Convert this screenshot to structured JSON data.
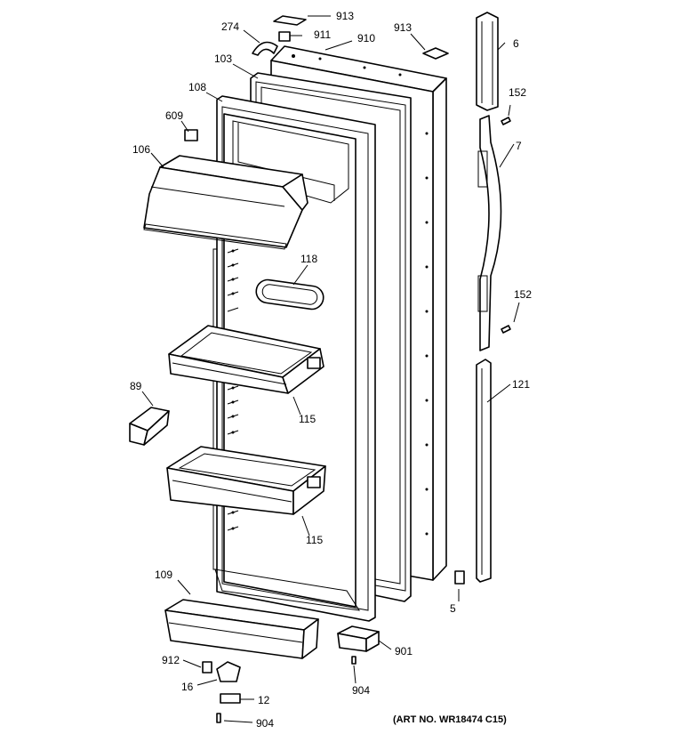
{
  "diagram": {
    "art_number": "(ART NO. WR18474 C15)",
    "callouts": [
      {
        "id": "c913a",
        "text": "913"
      },
      {
        "id": "c274",
        "text": "274"
      },
      {
        "id": "c911",
        "text": "911"
      },
      {
        "id": "c910",
        "text": "910"
      },
      {
        "id": "c913b",
        "text": "913"
      },
      {
        "id": "c6",
        "text": "6"
      },
      {
        "id": "c103",
        "text": "103"
      },
      {
        "id": "c152a",
        "text": "152"
      },
      {
        "id": "c108",
        "text": "108"
      },
      {
        "id": "c609",
        "text": "609"
      },
      {
        "id": "c7",
        "text": "7"
      },
      {
        "id": "c106",
        "text": "106"
      },
      {
        "id": "c118",
        "text": "118"
      },
      {
        "id": "c152b",
        "text": "152"
      },
      {
        "id": "c89",
        "text": "89"
      },
      {
        "id": "c121",
        "text": "121"
      },
      {
        "id": "c115a",
        "text": "115"
      },
      {
        "id": "c115b",
        "text": "115"
      },
      {
        "id": "c109",
        "text": "109"
      },
      {
        "id": "c5",
        "text": "5"
      },
      {
        "id": "c901",
        "text": "901"
      },
      {
        "id": "c912",
        "text": "912"
      },
      {
        "id": "c904a",
        "text": "904"
      },
      {
        "id": "c16",
        "text": "16"
      },
      {
        "id": "c12",
        "text": "12"
      },
      {
        "id": "c904b",
        "text": "904"
      }
    ]
  }
}
